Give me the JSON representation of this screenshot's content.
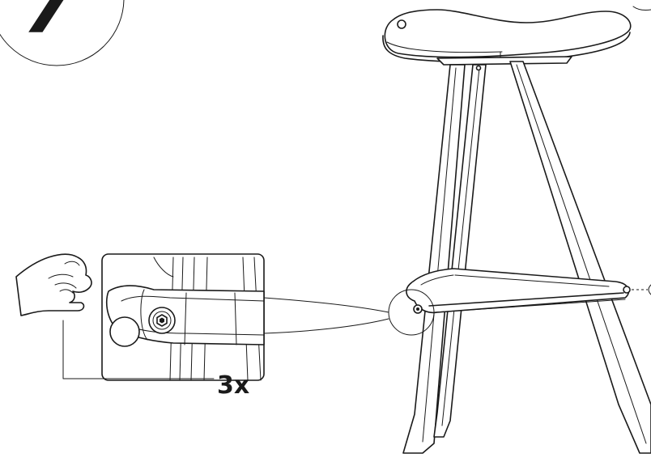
{
  "step": {
    "number": "7"
  },
  "callout": {
    "quantity_label": "3x"
  },
  "icons": {
    "hand": "hand-icon",
    "bolt": "hex-bolt-icon",
    "stool": "bar-stool-illustration"
  },
  "colors": {
    "line": "#1a1a1a",
    "background": "#ffffff"
  }
}
